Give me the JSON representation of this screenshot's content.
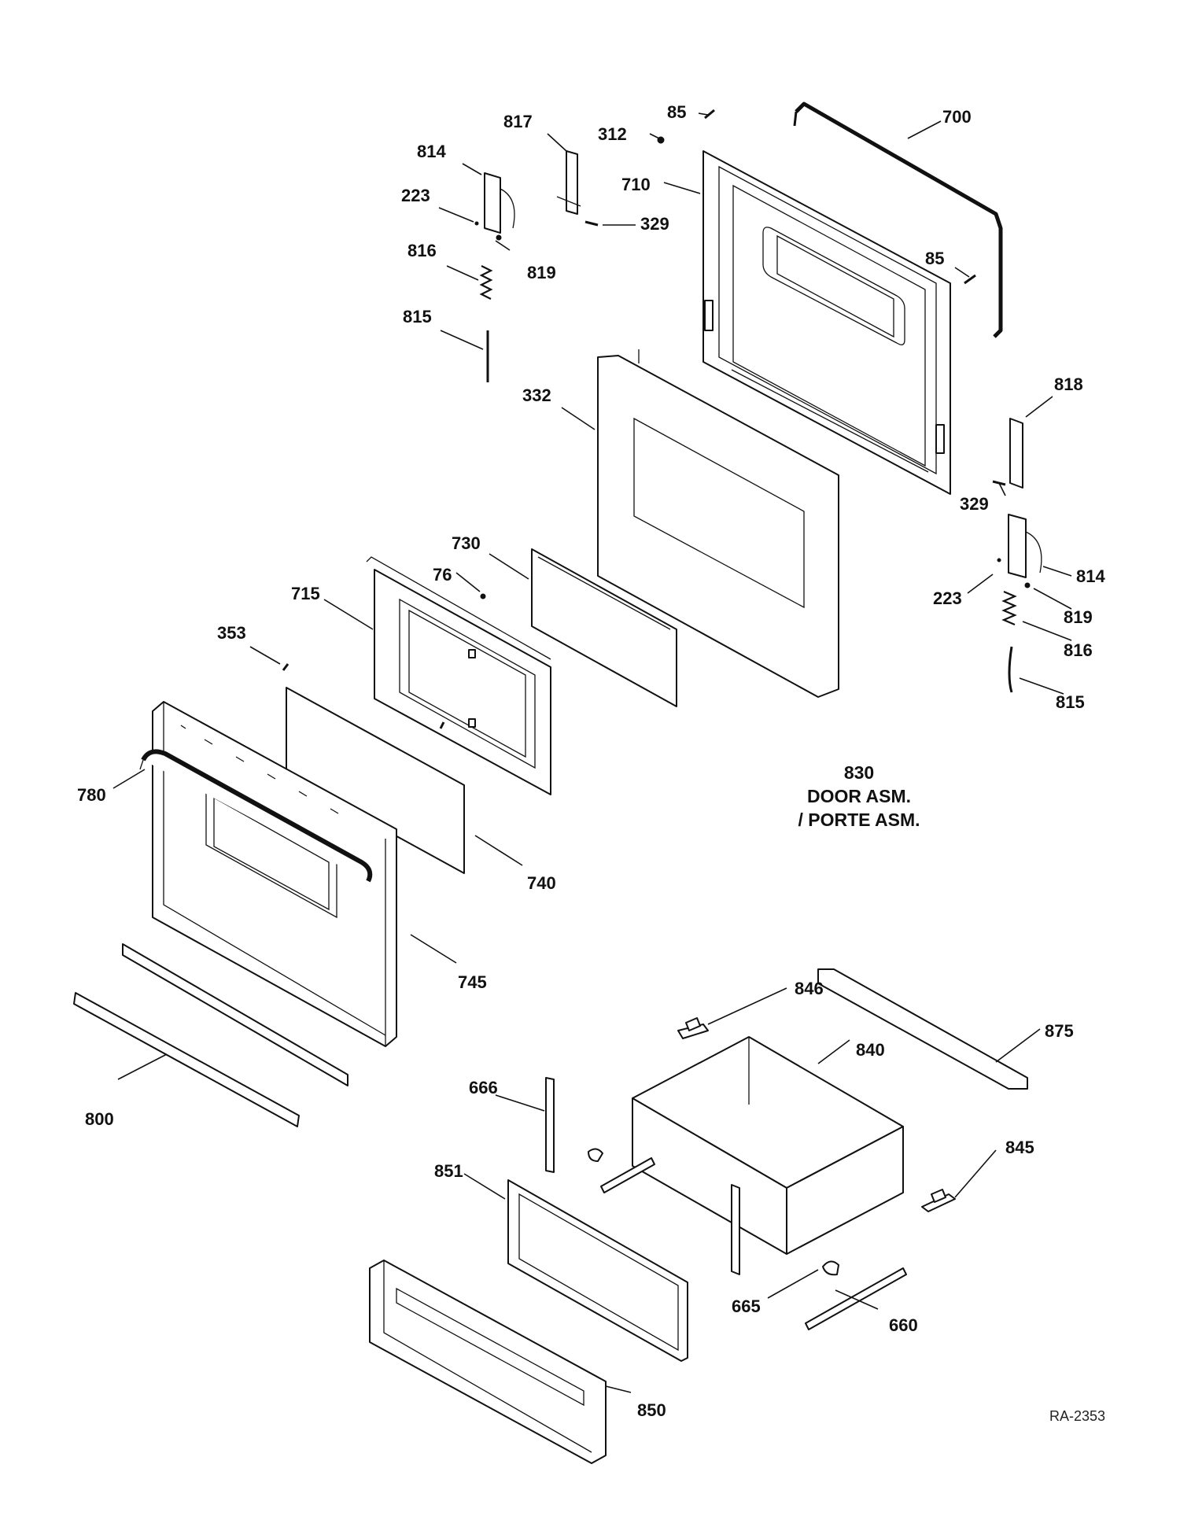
{
  "callouts": [
    {
      "id": "c85a",
      "number": "85"
    },
    {
      "id": "c312",
      "number": "312"
    },
    {
      "id": "c817",
      "number": "817"
    },
    {
      "id": "c814a",
      "number": "814"
    },
    {
      "id": "c223a",
      "number": "223"
    },
    {
      "id": "c819a",
      "number": "819"
    },
    {
      "id": "c329a",
      "number": "329"
    },
    {
      "id": "c816a",
      "number": "816"
    },
    {
      "id": "c815a",
      "number": "815"
    },
    {
      "id": "c710",
      "number": "710"
    },
    {
      "id": "c700",
      "number": "700"
    },
    {
      "id": "c85b",
      "number": "85"
    },
    {
      "id": "c332",
      "number": "332"
    },
    {
      "id": "c818",
      "number": "818"
    },
    {
      "id": "c329b",
      "number": "329"
    },
    {
      "id": "c814b",
      "number": "814"
    },
    {
      "id": "c223b",
      "number": "223"
    },
    {
      "id": "c819b",
      "number": "819"
    },
    {
      "id": "c816b",
      "number": "816"
    },
    {
      "id": "c815b",
      "number": "815"
    },
    {
      "id": "c730",
      "number": "730"
    },
    {
      "id": "c76",
      "number": "76"
    },
    {
      "id": "c715",
      "number": "715"
    },
    {
      "id": "c353",
      "number": "353"
    },
    {
      "id": "c780",
      "number": "780"
    },
    {
      "id": "c740",
      "number": "740"
    },
    {
      "id": "c745",
      "number": "745"
    },
    {
      "id": "c800",
      "number": "800"
    },
    {
      "id": "c846",
      "number": "846"
    },
    {
      "id": "c840",
      "number": "840"
    },
    {
      "id": "c875",
      "number": "875"
    },
    {
      "id": "c666",
      "number": "666"
    },
    {
      "id": "c851",
      "number": "851"
    },
    {
      "id": "c845",
      "number": "845"
    },
    {
      "id": "c665",
      "number": "665"
    },
    {
      "id": "c660",
      "number": "660"
    },
    {
      "id": "c850",
      "number": "850"
    }
  ],
  "assembly_caption": {
    "number": "830",
    "line1": "DOOR ASM.",
    "line2": "/ PORTE ASM."
  },
  "drawing_reference": "RA-2353"
}
